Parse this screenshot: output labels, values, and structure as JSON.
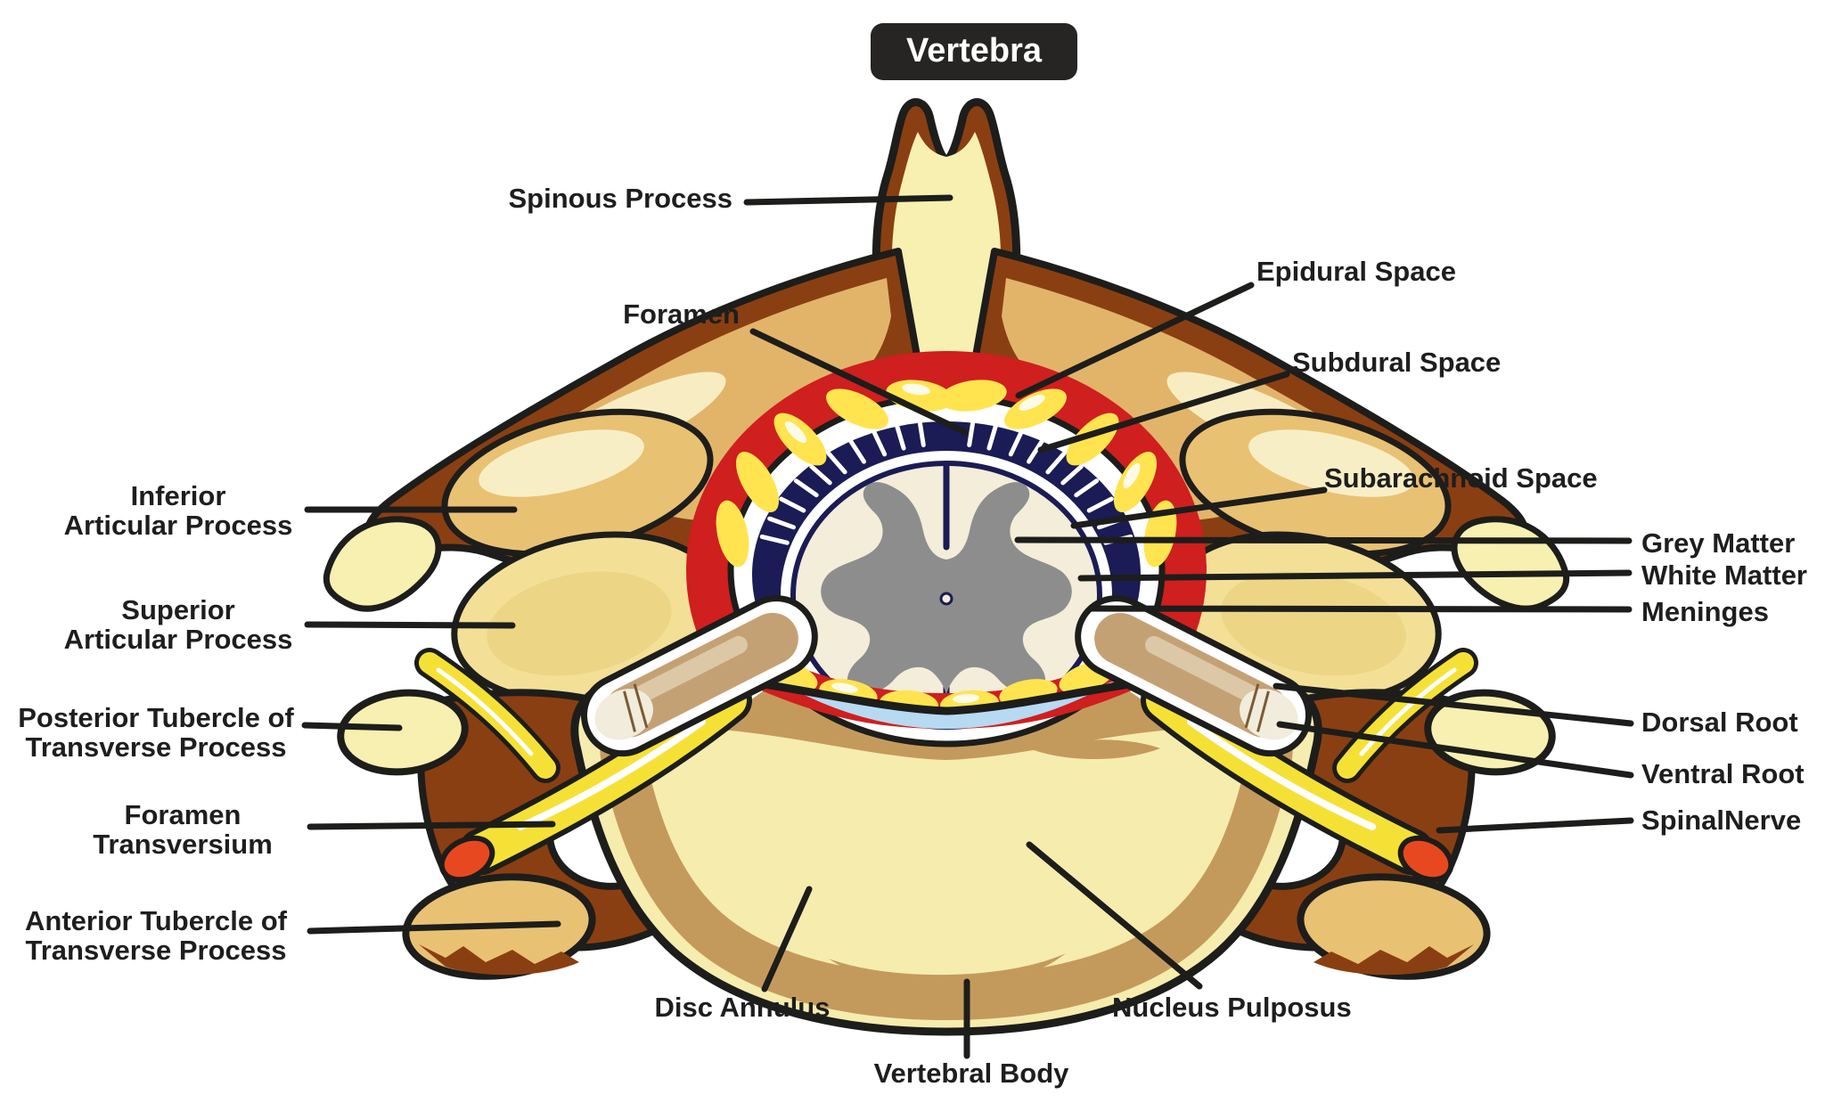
{
  "title": "Vertebra",
  "labels": {
    "spinous_process": "Spinous Process",
    "foramen": "Foramen",
    "inferior_articular_process": "Inferior\nArticular Process",
    "superior_articular_process": "Superior\nArticular Process",
    "posterior_tubercle": "Posterior Tubercle of\nTransverse Process",
    "foramen_transversium": "Foramen\nTransversium",
    "anterior_tubercle": "Anterior Tubercle of\nTransverse Process",
    "epidural_space": "Epidural Space",
    "subdural_space": "Subdural Space",
    "subarachnoid_space": "Subarachnoid Space",
    "grey_matter": "Grey Matter",
    "white_matter": "White Matter",
    "meninges": "Meninges",
    "dorsal_root": "Dorsal Root",
    "ventral_root": "Ventral Root",
    "spinal_nerve": "SpinalNerve",
    "disc_annulus": "Disc Annulus",
    "vertebral_body": "Vertebral Body",
    "nucleus_pulposus": "Nucleus Pulposus"
  },
  "colors": {
    "ink": "#1d1d1b",
    "label": "#1e1e1e",
    "title-bg": "#262523",
    "title-text": "#ffffff",
    "bone-cream": "#f7f0b0",
    "bone-yellow": "#f6ecae",
    "bone-tan": "#e9c172",
    "bone-pale": "#f3e096",
    "tan-shade": "#e2b46a",
    "brown": "#8a3f12",
    "red": "#cf1f1f",
    "flavum": "#ffe44f",
    "flavum-hl": "#fdfbe8",
    "navy": "#1b1c55",
    "dura": "#ffffff",
    "cord": "#f3edd9",
    "grey": "#8d8d8d",
    "blue-disc": "#b7d9f1",
    "annulus": "#c49a5c",
    "root": "#c4a175",
    "root-light": "#dcc8a6",
    "root-pale": "#f1ecdc",
    "nerve": "#f5e136",
    "orange": "#e8481f"
  }
}
